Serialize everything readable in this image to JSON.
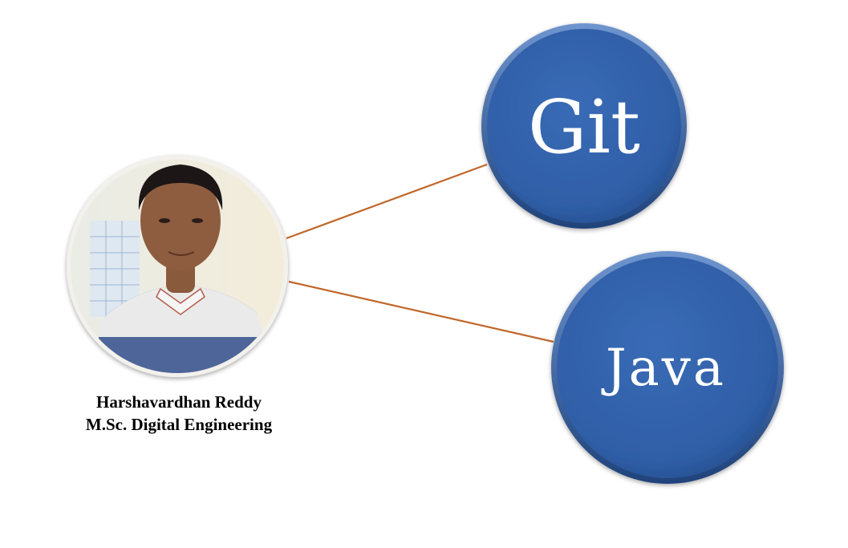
{
  "person": {
    "name": "Harshavardhan Reddy",
    "degree": "M.Sc. Digital Engineering"
  },
  "nodes": [
    {
      "label": "Git"
    },
    {
      "label": "Java"
    }
  ],
  "colors": {
    "node_fill": "#2f5ea7",
    "node_edge": "#244b88",
    "connector": "#c0662a",
    "photo_frame": "#f3f1ec"
  }
}
